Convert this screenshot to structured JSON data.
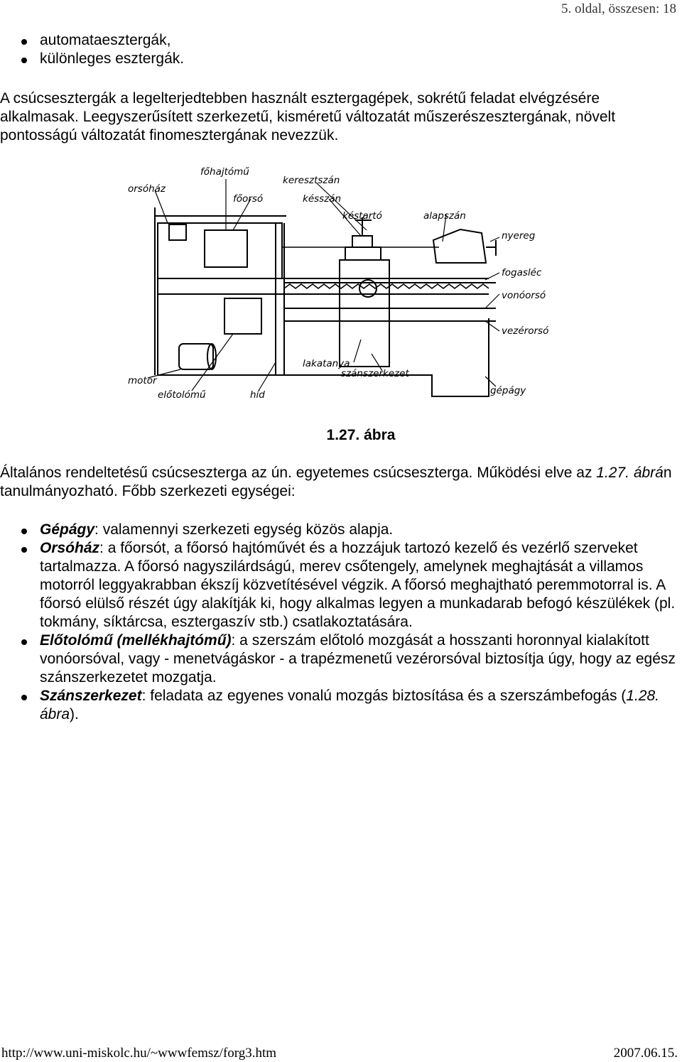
{
  "header": {
    "page_info": "5. oldal, összesen: 18"
  },
  "top_list": [
    "automataesztergák,",
    "különleges esztergák."
  ],
  "intro_paragraph": "A csúcsesztergák a legelterjedtebben használt esztergagépek, sokrétű feladat elvégzésére alkalmasak. Leegyszerűsített szerkezetű, kisméretű változatát műszerészesztergának, növelt pontosságú változatát finomesztergának nevezzük.",
  "figure": {
    "labels": {
      "fohajtomu": "főhajtómű",
      "orsohaz": "orsóház",
      "foorso": "főorsó",
      "keresztszan": "keresztszán",
      "kesszan": "késszán",
      "kestarto": "késtartó",
      "alapszan": "alapszán",
      "nyereg": "nyereg",
      "fogasle": "fogasléc",
      "vonoorso": "vonóorsó",
      "vezerorso": "vezérorsó",
      "lakatanya": "lakatanya",
      "szanszerkezet": "szánszerkezet",
      "motor": "motor",
      "elotolomu": "előtolómű",
      "hid": "híd",
      "gepagy": "gépágy"
    },
    "caption": "1.27. ábra"
  },
  "desc_paragraph": {
    "part1": "Általános rendeltetésű csúcseszterga az ún. egyetemes csúcseszterga. Működési elve az ",
    "ref": "1.27. ábrá",
    "part2": "n tanulmányozható. Főbb szerkezeti egységei:"
  },
  "units": [
    {
      "term": "Gépágy",
      "text": ": valamennyi szerkezeti egység közös alapja."
    },
    {
      "term": "Orsóház",
      "text": ": a főorsót, a főorsó hajtóművét és a hozzájuk tartozó kezelő és vezérlő szerveket tartalmazza. A főorsó nagyszilárdságú, merev csőtengely, amelynek meghajtását a villamos motorról leggyakrabban ékszíj közvetítésével végzik. A főorsó meghajtható peremmotorral is. A főorsó elülső részét úgy alakítják ki, hogy alkalmas legyen a munkadarab befogó készülékek (pl. tokmány, síktárcsa, esztergaszív stb.) csatlakoztatására."
    },
    {
      "term": "Előtolómű (mellékhajtómű)",
      "text": ": a szerszám előtoló mozgását a hosszanti horonnyal kialakított vonóorsóval, vagy - menetvágáskor - a trapézmenetű vezérorsóval biztosítja úgy, hogy az egész szánszerkezetet mozgatja."
    },
    {
      "term": "Szánszerkezet",
      "text": ": feladata az egyenes vonalú mozgás biztosítása és a szerszámbefogás (",
      "ref": "1.28. ábra",
      "tail": ")."
    }
  ],
  "footer": {
    "url": "http://www.uni-miskolc.hu/~wwwfemsz/forg3.htm",
    "date": "2007.06.15."
  }
}
